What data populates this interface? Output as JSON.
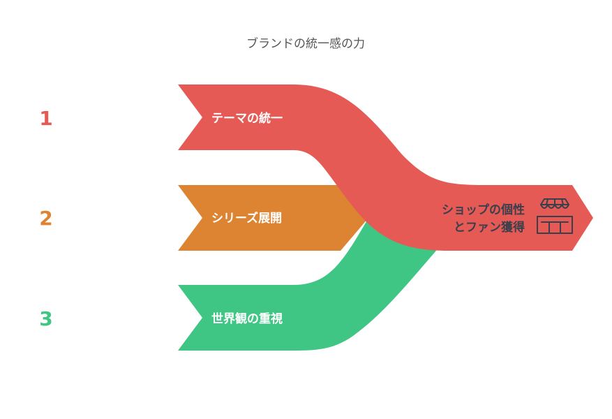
{
  "title": "ブランドの統一感の力",
  "colors": {
    "red": "#E55A55",
    "orange": "#DD8432",
    "green": "#3FC684",
    "dark": "#3A3F4B"
  },
  "steps": [
    {
      "number": "1",
      "label": "テーマの統一"
    },
    {
      "number": "2",
      "label": "シリーズ展開"
    },
    {
      "number": "3",
      "label": "世界観の重視"
    }
  ],
  "result": {
    "line1": "ショップの個性",
    "line2": "とファン獲得",
    "icon": "storefront-icon"
  }
}
